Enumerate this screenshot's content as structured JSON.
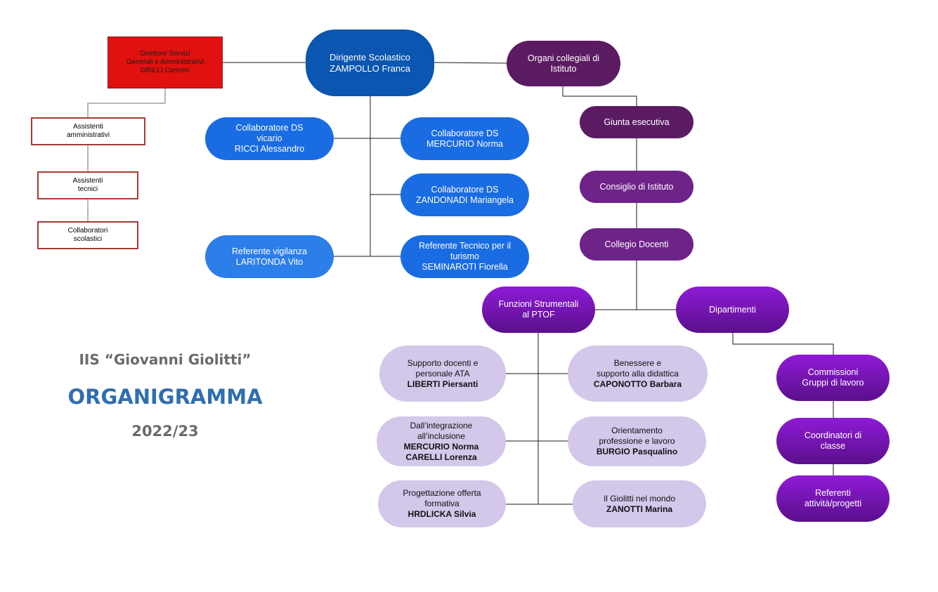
{
  "header": {
    "school": "IIS “Giovanni Giolitti”",
    "title": "ORGANIGRAMMA",
    "year": "2022/23"
  },
  "admin": {
    "director": [
      "Direttore Servizi",
      "Generali e Amministrativi",
      "GRILLI Carmen"
    ],
    "assistants_admin": [
      "Assistenti",
      "amministrativi"
    ],
    "assistants_tech": [
      "Assistenti",
      "tecnici"
    ],
    "collaborators": [
      "Collaboratori",
      "scolastici"
    ]
  },
  "leadership": {
    "head": [
      "Dirigente Scolastico",
      "ZAMPOLLO Franca"
    ],
    "vice": [
      "Collaboratore DS",
      "vicario",
      "RICCI Alessandro"
    ],
    "collab_mercurio": [
      "Collaboratore DS",
      "MERCURIO Norma"
    ],
    "collab_zandonadi": [
      "Collaboratore DS",
      "ZANDONADI Mariangela"
    ],
    "vigilanza": [
      "Referente vigilanza",
      "LARITONDA Vito"
    ],
    "turismo": [
      "Referente Tecnico per il",
      "turismo",
      "SEMINAROTI Fiorella"
    ]
  },
  "collegial": {
    "organi": [
      "Organi collegiali di",
      "Istituto"
    ],
    "giunta": "Giunta esecutiva",
    "consiglio": "Consiglio di Istituto",
    "collegio": "Collegio Docenti",
    "funzioni": [
      "Funzioni Strumentali",
      "al PTOF"
    ],
    "dipartimenti": "Dipartimenti",
    "commissioni": [
      "Commissioni",
      "Gruppi di lavoro"
    ],
    "coordinatori": [
      "Coordinatori di",
      "classe"
    ],
    "referenti": [
      "Referenti",
      "attività/progetti"
    ]
  },
  "functions": {
    "supporto": [
      "Supporto docenti e",
      "personale ATA",
      "LIBERTI Piersanti"
    ],
    "benessere": [
      "Benessere e",
      "supporto alla didattica",
      "CAPONOTTO Barbara"
    ],
    "integrazione": [
      "Dall’integrazione",
      "all’inclusione",
      "MERCURIO Norma",
      "CARELLI Lorenza"
    ],
    "orientamento": [
      "Orientamento",
      "professione e lavoro",
      "BURGIO Pasqualino"
    ],
    "progettazione": [
      "Progettazione offerta",
      "formativa",
      "HRDLICKA Silvia"
    ],
    "mondo": [
      "Il Giolitti nel mondo",
      "ZANOTTI Marina"
    ]
  },
  "colors": {
    "director_red": "#e0110f",
    "navy": "#0a56b0",
    "blue": "#1a6ce2",
    "plum": "#5b1b63",
    "purple": "#6e2388",
    "violet": "#8f1bd6",
    "lavender": "#d3c7ea",
    "title_blue": "#2f6fb0",
    "title_grey": "#6b6b6b"
  }
}
